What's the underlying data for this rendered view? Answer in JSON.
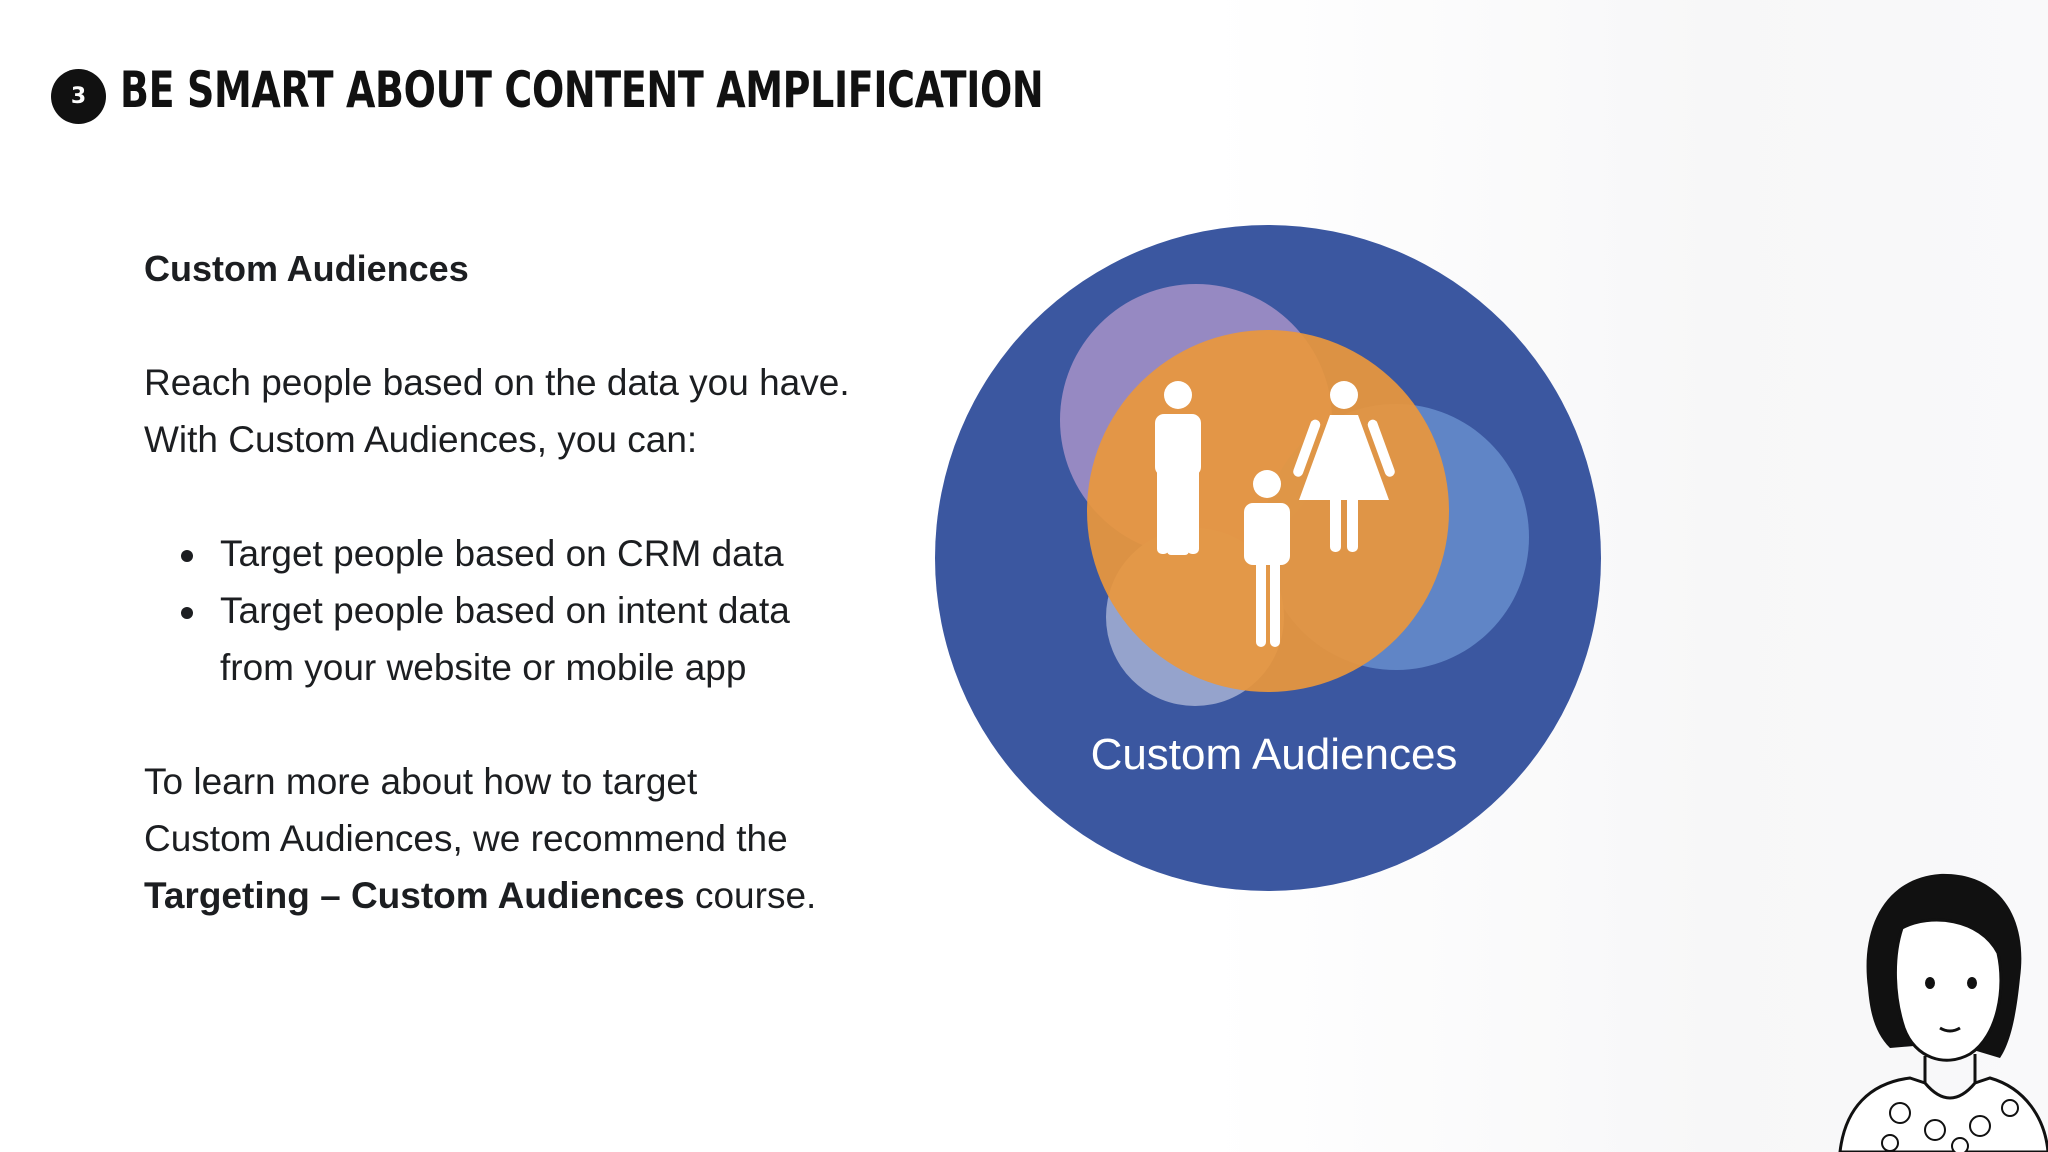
{
  "header": {
    "step_number": "3",
    "title": "BE SMART ABOUT CONTENT AMPLIFICATION"
  },
  "content": {
    "heading": "Custom Audiences",
    "intro_line1": "Reach people based on the data you have.",
    "intro_line2": "With Custom Audiences, you can:",
    "bullets": [
      "Target people based on CRM data",
      "Target people based on intent data from your website or mobile app"
    ],
    "outro_line1": "To learn more about how to target",
    "outro_line2": "Custom Audiences, we recommend the",
    "outro_course": "Targeting – Custom Audiences",
    "outro_suffix": " course."
  },
  "graphic": {
    "label": "Custom Audiences",
    "icons": [
      "man-icon",
      "child-icon",
      "woman-icon"
    ],
    "colors": {
      "outer": "#3b57a0",
      "orange": "#e8973d",
      "purple": "#9b8cc4",
      "light_blue": "#6288c8",
      "icon": "#ffffff"
    }
  },
  "presenter": {
    "icon": "presenter-avatar-illustration"
  }
}
